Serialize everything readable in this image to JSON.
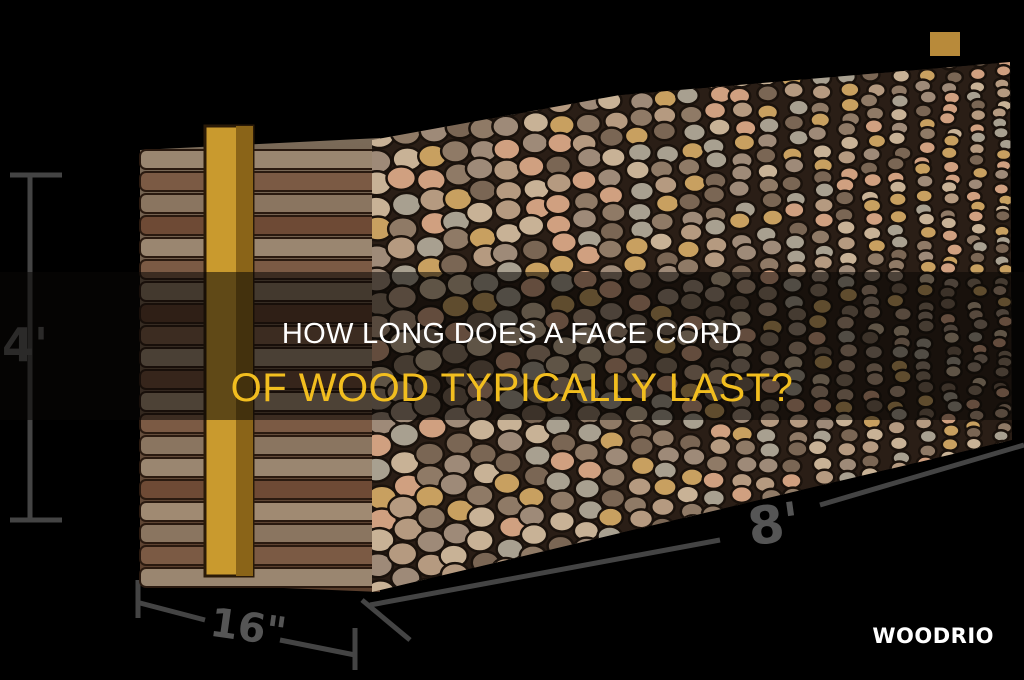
{
  "title": {
    "line1": "HOW LONG DOES A FACE CORD",
    "line2": "OF WOOD TYPICALLY LAST?"
  },
  "logo": "WOODRIO",
  "illustration": {
    "height_label": "4'",
    "length_label": "8'",
    "depth_label": "16\""
  },
  "colors": {
    "background": "#000000",
    "title_white": "#ffffff",
    "title_accent": "#f2be1f",
    "stake": "#c99a2e"
  }
}
